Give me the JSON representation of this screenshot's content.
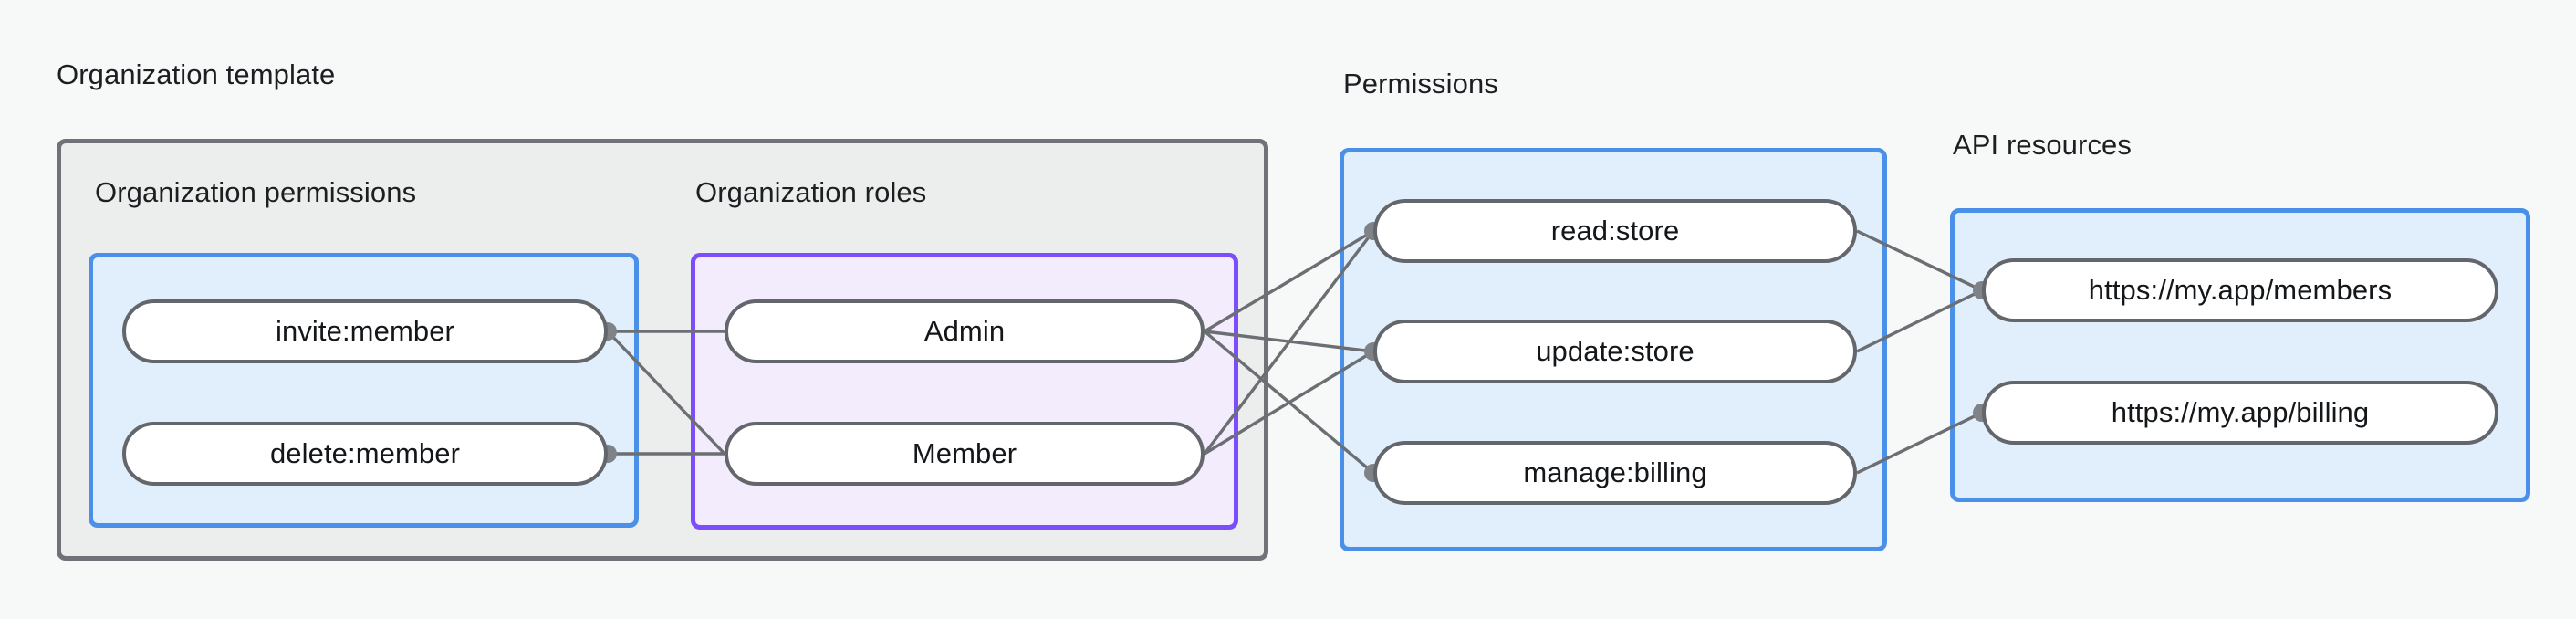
{
  "diagram": {
    "title": "Organization template",
    "background_color": "#f7f8f8",
    "groups": {
      "organization_template": {
        "label": "Organization template",
        "border_color": "#6f7276",
        "fill_color": "#eceeed",
        "subgroups": [
          {
            "key": "organization_permissions",
            "label": "Organization permissions",
            "border_color": "#4a90e8",
            "fill_color": "#e1effc",
            "nodes": [
              "invite:member",
              "delete:member"
            ]
          },
          {
            "key": "organization_roles",
            "label": "Organization roles",
            "border_color": "#7c4dfb",
            "fill_color": "#f3ecfd",
            "nodes": [
              "Admin",
              "Member"
            ]
          }
        ]
      },
      "permissions": {
        "label": "Permissions",
        "border_color": "#4a90e8",
        "fill_color": "#e1effc",
        "nodes": [
          "read:store",
          "update:store",
          "manage:billing"
        ]
      },
      "api_resources": {
        "label": "API resources",
        "border_color": "#4a90e8",
        "fill_color": "#e1effc",
        "nodes": [
          "https://my.app/members",
          "https://my.app/billing"
        ]
      }
    },
    "nodes": {
      "invite_member": "invite:member",
      "delete_member": "delete:member",
      "admin": "Admin",
      "member": "Member",
      "read_store": "read:store",
      "update_store": "update:store",
      "manage_billing": "manage:billing",
      "res_members": "https://my.app/members",
      "res_billing": "https://my.app/billing"
    },
    "edges": [
      {
        "from": "invite:member",
        "to": "Admin"
      },
      {
        "from": "invite:member",
        "to": "Member"
      },
      {
        "from": "delete:member",
        "to": "Member"
      },
      {
        "from": "Admin",
        "to": "read:store"
      },
      {
        "from": "Admin",
        "to": "update:store"
      },
      {
        "from": "Admin",
        "to": "manage:billing"
      },
      {
        "from": "Member",
        "to": "read:store"
      },
      {
        "from": "Member",
        "to": "update:store"
      },
      {
        "from": "read:store",
        "to": "https://my.app/members"
      },
      {
        "from": "update:store",
        "to": "https://my.app/members"
      },
      {
        "from": "manage:billing",
        "to": "https://my.app/billing"
      }
    ],
    "edge_color": "#6b6e72",
    "port_color": "#7f8286"
  }
}
